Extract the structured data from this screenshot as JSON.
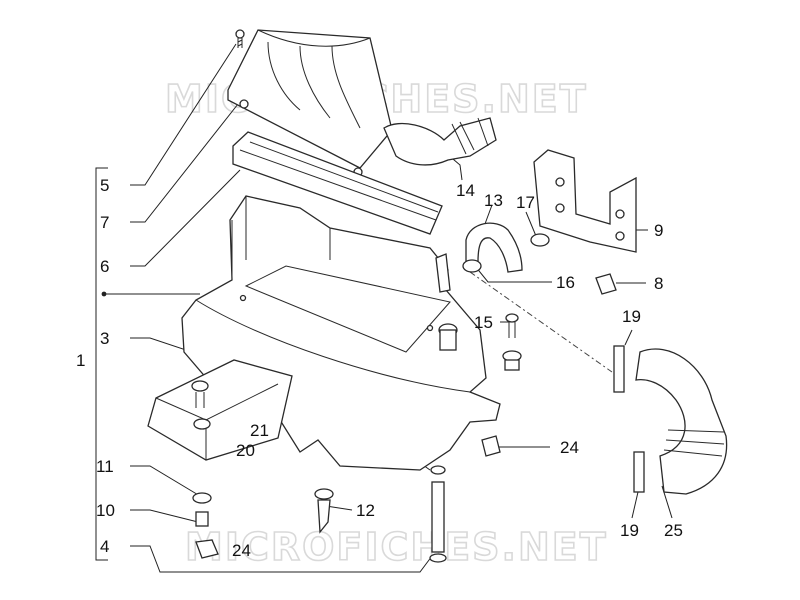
{
  "watermark": {
    "text": "MICROFICHES.NET"
  },
  "callouts": [
    {
      "id": "c5",
      "text": "5"
    },
    {
      "id": "c7",
      "text": "7"
    },
    {
      "id": "c6",
      "text": "6"
    },
    {
      "id": "c1",
      "text": "1"
    },
    {
      "id": "c3",
      "text": "3"
    },
    {
      "id": "c11",
      "text": "11"
    },
    {
      "id": "c10",
      "text": "10"
    },
    {
      "id": "c4",
      "text": "4"
    },
    {
      "id": "c14",
      "text": "14"
    },
    {
      "id": "c13",
      "text": "13"
    },
    {
      "id": "c17",
      "text": "17"
    },
    {
      "id": "c9",
      "text": "9"
    },
    {
      "id": "c16",
      "text": "16"
    },
    {
      "id": "c8",
      "text": "8"
    },
    {
      "id": "c15",
      "text": "15"
    },
    {
      "id": "c19a",
      "text": "19"
    },
    {
      "id": "c21",
      "text": "21"
    },
    {
      "id": "c20",
      "text": "20"
    },
    {
      "id": "c24a",
      "text": "24"
    },
    {
      "id": "c12",
      "text": "12"
    },
    {
      "id": "c24b",
      "text": "24"
    },
    {
      "id": "c19b",
      "text": "19"
    },
    {
      "id": "c25",
      "text": "25"
    }
  ]
}
